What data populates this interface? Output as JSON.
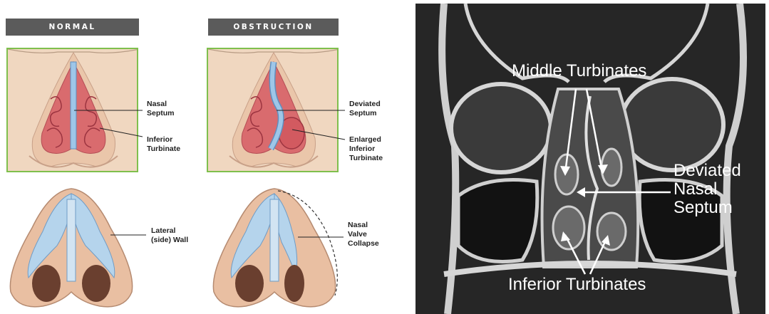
{
  "left": {
    "normal_tag": "NORMAL",
    "obstruction_tag": "OBSTRUCTION",
    "normal_front": {
      "label1": [
        "Nasal",
        "Septum"
      ],
      "label2": [
        "Inferior",
        "Turbinate"
      ]
    },
    "obstruction_front": {
      "label1": [
        "Deviated",
        "Septum"
      ],
      "label2": [
        "Enlarged",
        "Inferior",
        "Turbinate"
      ]
    },
    "normal_bottom": {
      "label1": [
        "Lateral",
        "(side) Wall"
      ]
    },
    "obstruction_bottom": {
      "label1": [
        "Nasal",
        "Valve",
        "Collapse"
      ]
    }
  },
  "ct": {
    "middle_turbinates": "Middle Turbinates",
    "deviated_septum": [
      "Deviated",
      "Nasal",
      "Septum"
    ],
    "inferior_turbinates": "Inferior Turbinates"
  },
  "colors": {
    "tag_bg": "#5b5b5b",
    "frame_green": "#7fbf4d",
    "septum_blue": "#9ec6e8",
    "turbinate_red": "#d96b6e"
  }
}
